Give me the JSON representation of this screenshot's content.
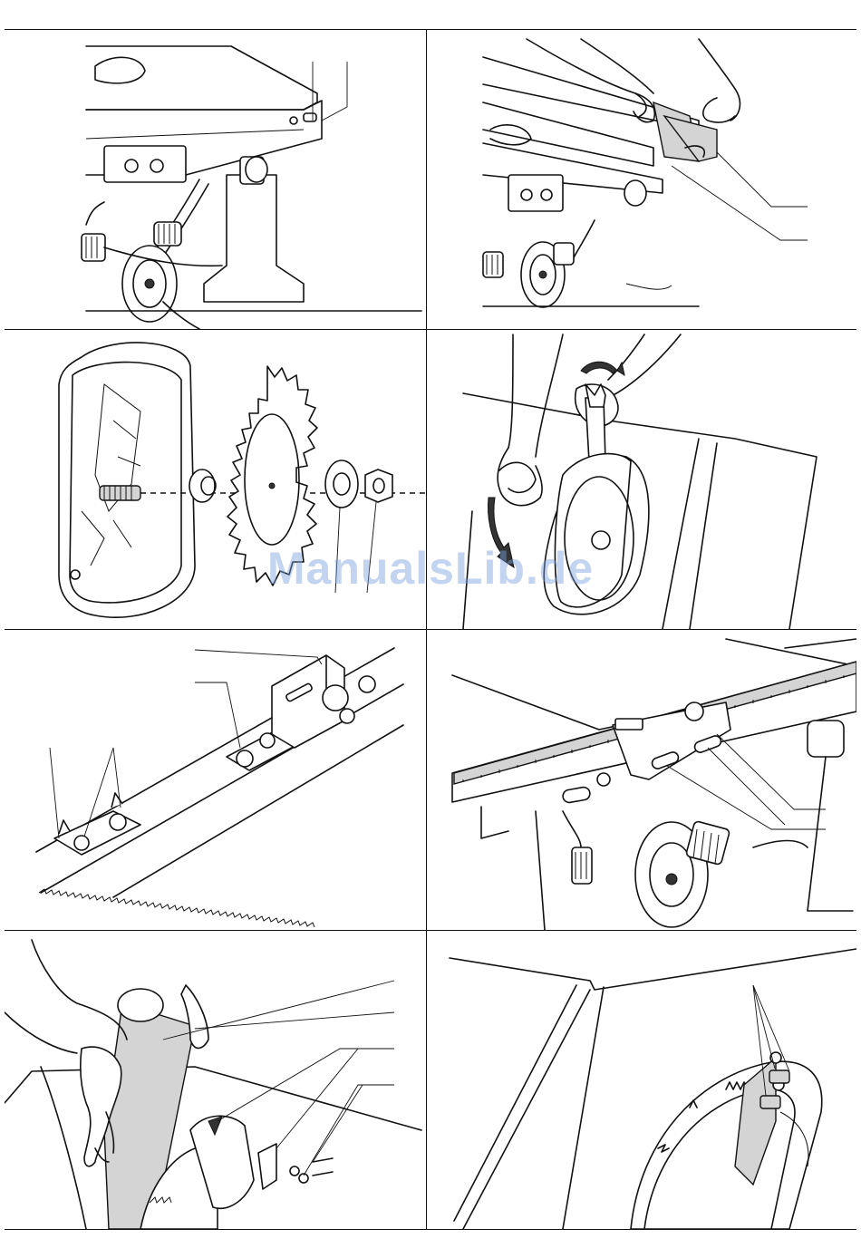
{
  "watermark": "ManualsLib.de",
  "illustrations": [
    {
      "name": "table-edge-hand-wheels",
      "icon": "table-saw-icon"
    },
    {
      "name": "fence-attach-to-rail",
      "icon": "rip-fence-icon"
    },
    {
      "name": "blade-assembly-exploded",
      "icon": "saw-blade-icon"
    },
    {
      "name": "blade-nut-wrench",
      "icon": "wrench-icon"
    },
    {
      "name": "rail-gear-rack",
      "icon": "gear-rack-icon"
    },
    {
      "name": "fence-scale-screws",
      "icon": "scale-icon"
    },
    {
      "name": "blade-guard-mount",
      "icon": "blade-guard-icon"
    },
    {
      "name": "riving-knife-bolts",
      "icon": "bolt-icon"
    }
  ]
}
